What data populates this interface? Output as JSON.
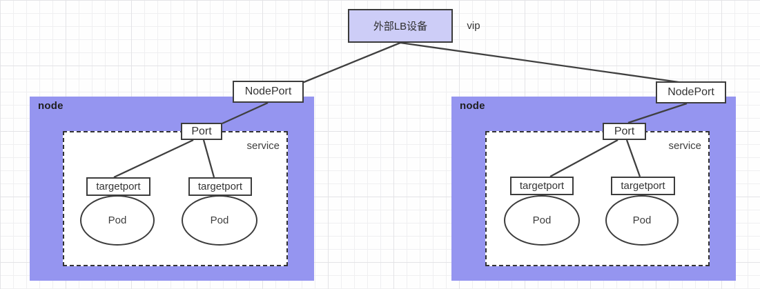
{
  "diagram": {
    "lb_box": {
      "label": "外部LB设备"
    },
    "vip_label": "vip",
    "nodes": [
      {
        "label": "node",
        "nodeport": "NodePort",
        "port": "Port",
        "service": "service",
        "targetports": [
          "targetport",
          "targetport"
        ],
        "pods": [
          "Pod",
          "Pod"
        ]
      },
      {
        "label": "node",
        "nodeport": "NodePort",
        "port": "Port",
        "service": "service",
        "targetports": [
          "targetport",
          "targetport"
        ],
        "pods": [
          "Pod",
          "Pod"
        ]
      }
    ],
    "colors": {
      "node_fill": "#9595f0",
      "lb_fill": "#cdcdf7",
      "shape_fill": "#ffffff",
      "border": "#3c3c3c",
      "edge": "#3f3f3f",
      "text": "#333333",
      "grid_line": "#efeff1"
    }
  }
}
